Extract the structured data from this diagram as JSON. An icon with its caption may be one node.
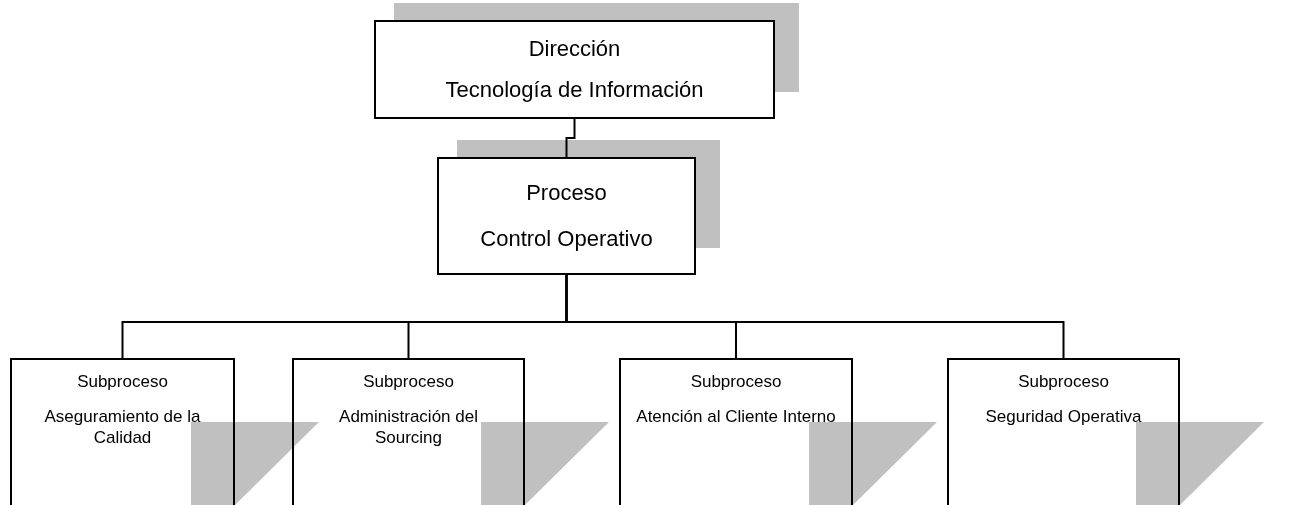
{
  "diagram": {
    "nodes": [
      {
        "text": [
          "Dirección",
          "Tecnología de Información"
        ]
      },
      {
        "text": [
          "Proceso",
          "Control Operativo"
        ]
      },
      {
        "text": [
          "Subproceso",
          "Aseguramiento de la Calidad"
        ]
      },
      {
        "text": [
          "Subproceso",
          "Administración del Sourcing"
        ]
      },
      {
        "text": [
          "Subproceso",
          "Atención al Cliente Interno"
        ]
      },
      {
        "text": [
          "Subproceso",
          "Seguridad Operativa"
        ]
      }
    ],
    "edges": [
      {
        "from": 0,
        "to": 1,
        "arrow": "none"
      },
      {
        "from": 1,
        "to": 2,
        "arrow": "none"
      },
      {
        "from": 1,
        "to": 3,
        "arrow": "none"
      },
      {
        "from": 1,
        "to": 4,
        "arrow": "none"
      },
      {
        "from": 1,
        "to": 5,
        "arrow": "none"
      }
    ]
  }
}
